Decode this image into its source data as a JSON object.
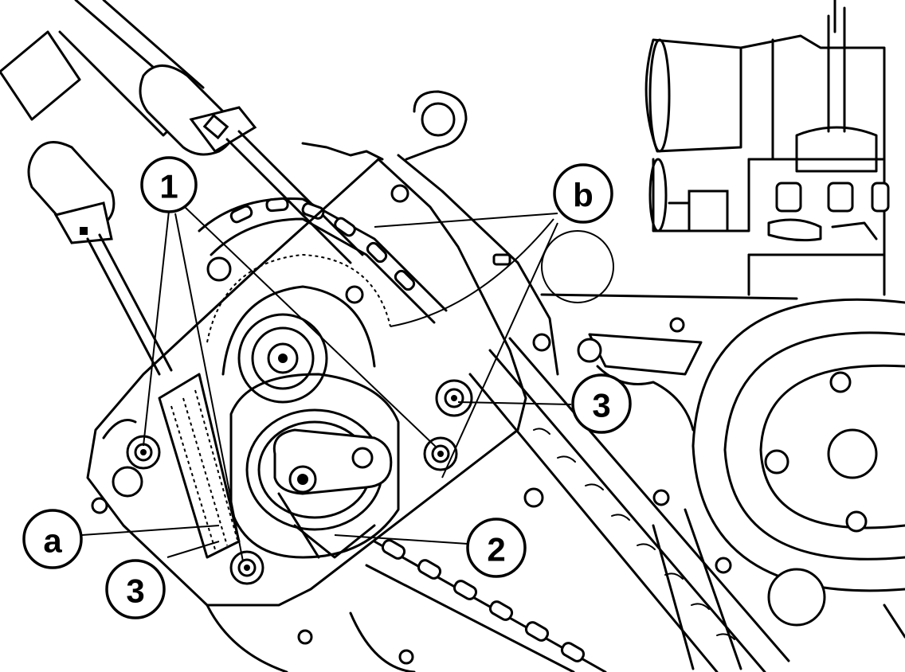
{
  "callouts": {
    "c1": "1",
    "cb": "b",
    "c3_right": "3",
    "ca": "a",
    "c2": "2",
    "c3_left": "3"
  }
}
